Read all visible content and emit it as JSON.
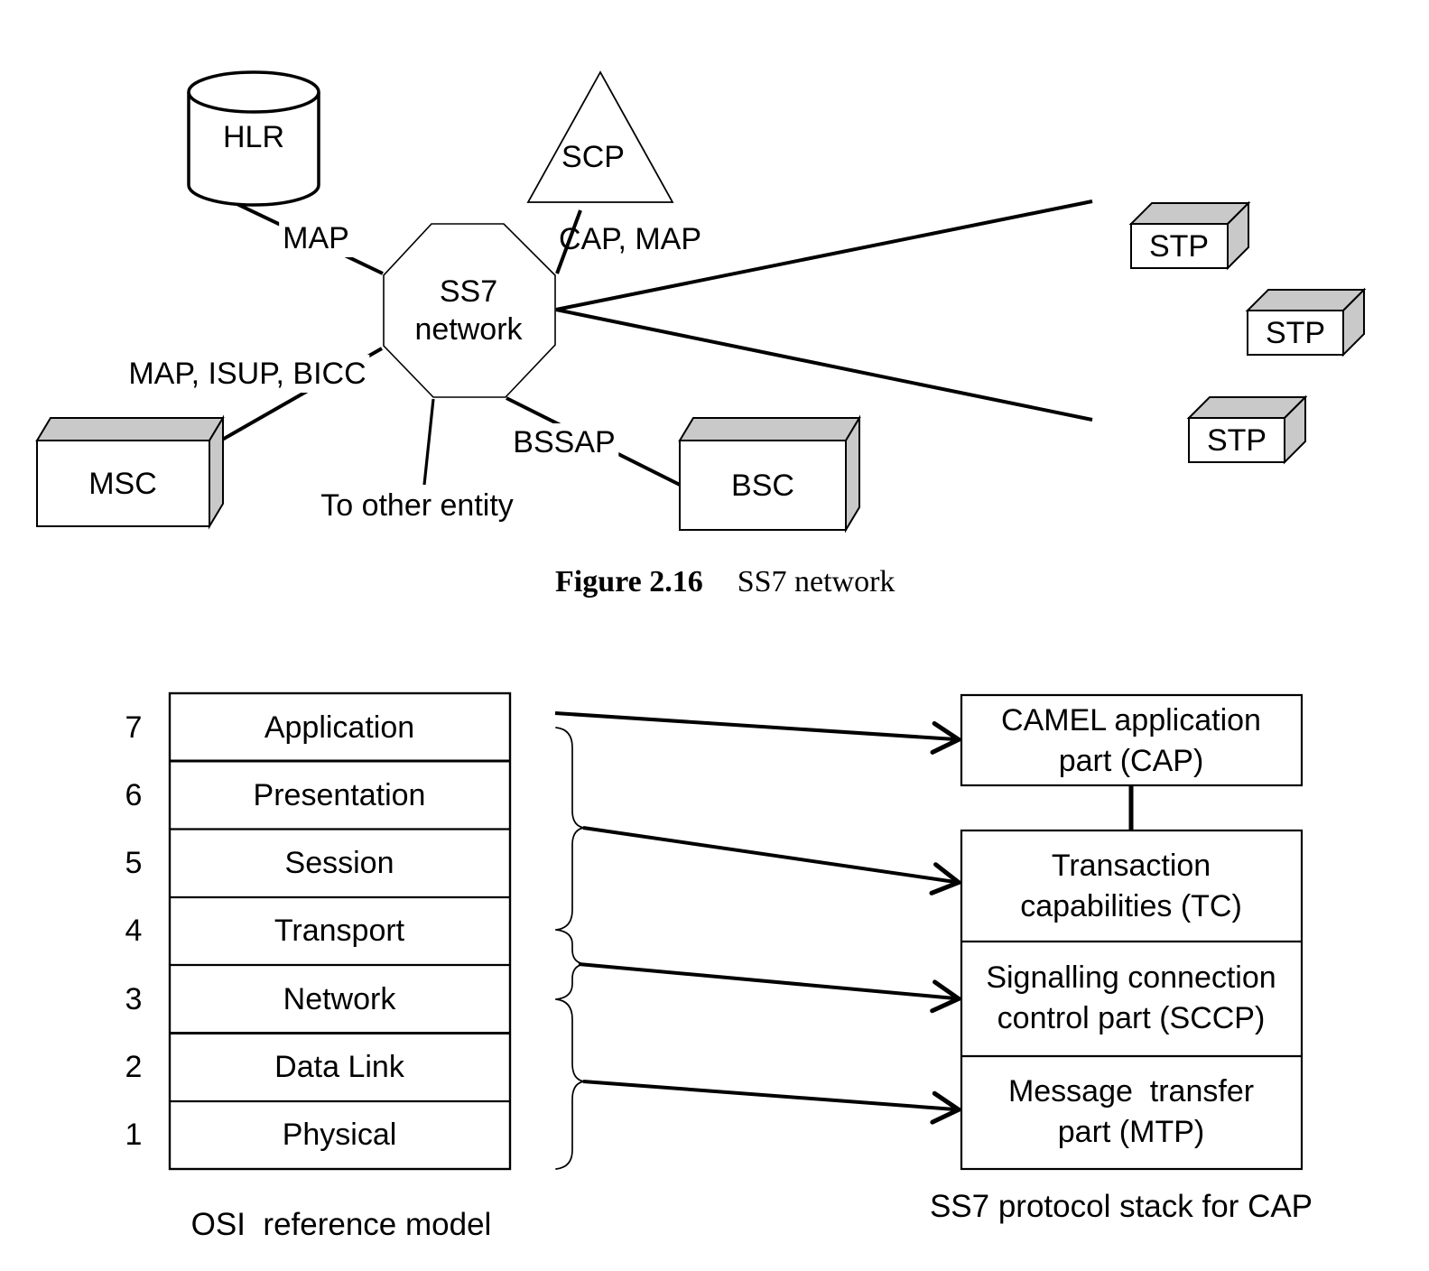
{
  "figure_caption": {
    "label": "Figure 2.16",
    "title": "SS7 network"
  },
  "network": {
    "hlr": "HLR",
    "scp": "SCP",
    "ss7": {
      "line1": "SS7",
      "line2": "network"
    },
    "msc": "MSC",
    "bsc": "BSC",
    "stp_top": "STP",
    "stp_middle": "STP",
    "stp_bottom": "STP",
    "links": {
      "hlr": "MAP",
      "scp": "CAP, MAP",
      "msc": "MAP, ISUP, BICC",
      "bsc": "BSSAP",
      "other": "To other entity"
    }
  },
  "osi_model": {
    "caption": "OSI  reference model",
    "layers": [
      {
        "number": "7",
        "name": "Application"
      },
      {
        "number": "6",
        "name": "Presentation"
      },
      {
        "number": "5",
        "name": "Session"
      },
      {
        "number": "4",
        "name": "Transport"
      },
      {
        "number": "3",
        "name": "Network"
      },
      {
        "number": "2",
        "name": "Data Link"
      },
      {
        "number": "1",
        "name": "Physical"
      }
    ]
  },
  "ss7_stack": {
    "caption": "SS7 protocol stack for CAP",
    "cap": {
      "line1": "CAMEL application",
      "line2": "part (CAP)"
    },
    "tc": {
      "line1": "Transaction",
      "line2": "capabilities (TC)"
    },
    "sccp": {
      "line1": "Signalling connection",
      "line2": "control part (SCCP)"
    },
    "mtp": {
      "line1": "Message  transfer",
      "line2": "part (MTP)"
    }
  },
  "colors": {
    "ink": "#000000",
    "shade": "#c9c9c9",
    "background": "#ffffff"
  }
}
